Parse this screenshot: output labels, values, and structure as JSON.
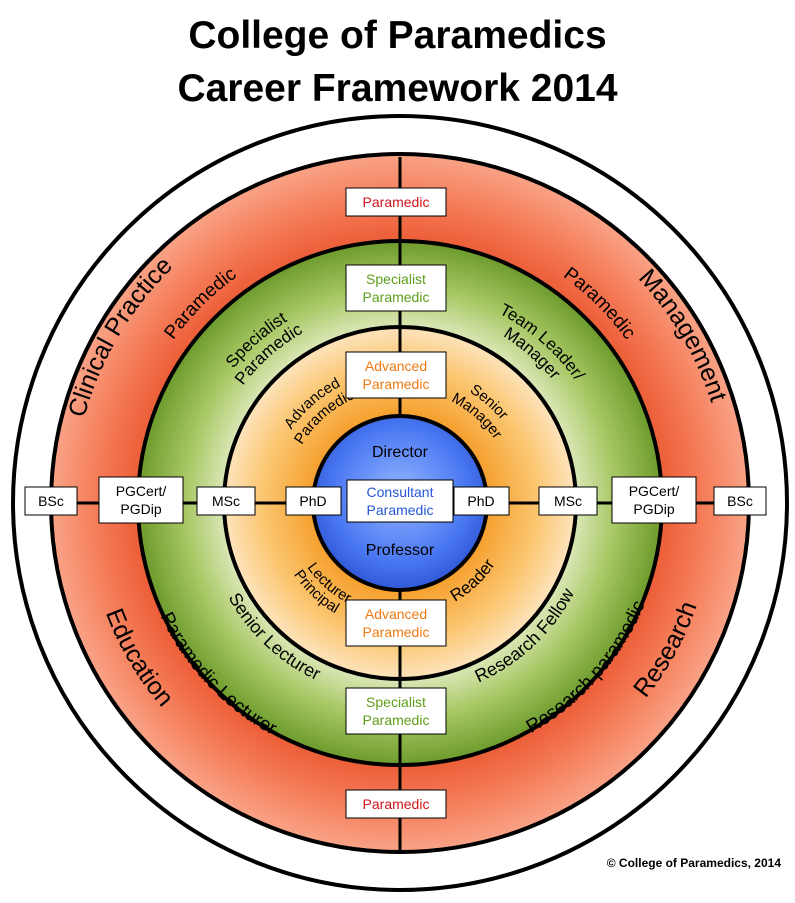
{
  "title": {
    "line1": "College of Paramedics",
    "line2": "Career Framework 2014"
  },
  "colors": {
    "outer_ring": "#ffffff",
    "paramedic_ring": "#f0643c",
    "specialist_ring": "#7ea83c",
    "advanced_ring": "#f9a13a",
    "core": "#4a76f0",
    "paramedic_text": "#d0141a",
    "specialist_text": "#5e9e1a",
    "advanced_text": "#f07a12"
  },
  "domains": {
    "clinical_practice": "Clinical Practice",
    "management": "Management",
    "education": "Education",
    "research": "Research"
  },
  "paramedic_ring": {
    "clinical": "Paramedic",
    "management": "Paramedic",
    "education": "Paramedic Lecturer",
    "research": "Research paramedic"
  },
  "specialist_ring": {
    "clinical_line1": "Specialist",
    "clinical_line2": "Paramedic",
    "management_line1": "Team Leader/",
    "management_line2": "Manager",
    "education": "Senior Lecturer",
    "research": "Research Fellow"
  },
  "advanced_ring": {
    "clinical_line1": "Advanced",
    "clinical_line2": "Paramedic",
    "management_line1": "Senior",
    "management_line2": "Manager",
    "education_line1": "Principal",
    "education_line2": "Lecturer",
    "research": "Reader"
  },
  "core": {
    "top": "Director",
    "middle_line1": "Consultant",
    "middle_line2": "Paramedic",
    "bottom": "Professor"
  },
  "vertical_boxes": {
    "top_paramedic": "Paramedic",
    "top_specialist_line1": "Specialist",
    "top_specialist_line2": "Paramedic",
    "top_advanced_line1": "Advanced",
    "top_advanced_line2": "Paramedic",
    "bottom_advanced_line1": "Advanced",
    "bottom_advanced_line2": "Paramedic",
    "bottom_specialist_line1": "Specialist",
    "bottom_specialist_line2": "Paramedic",
    "bottom_paramedic": "Paramedic"
  },
  "horizontal_boxes": {
    "left_bsc": "BSc",
    "left_pgcert_line1": "PGCert/",
    "left_pgcert_line2": "PGDip",
    "left_msc": "MSc",
    "left_phd": "PhD",
    "right_phd": "PhD",
    "right_msc": "MSc",
    "right_pgcert_line1": "PGCert/",
    "right_pgcert_line2": "PGDip",
    "right_bsc": "BSc"
  },
  "copyright": "© College of Paramedics, 2014"
}
